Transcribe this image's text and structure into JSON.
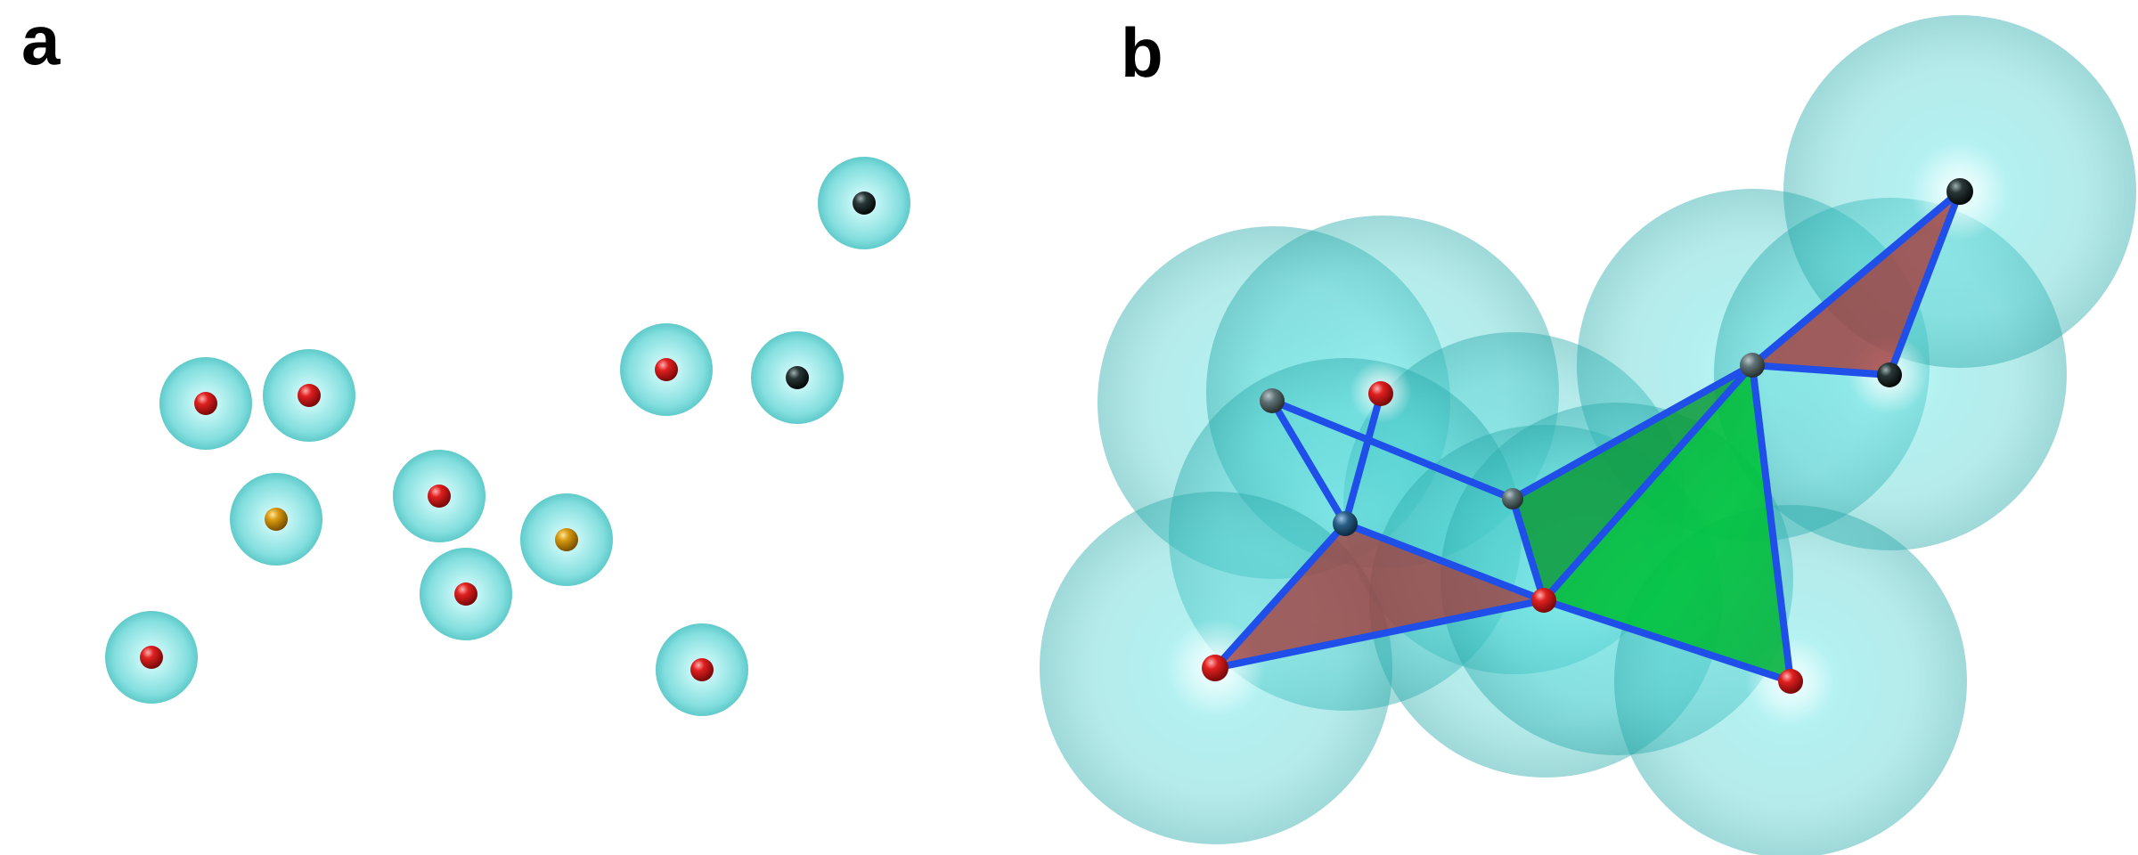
{
  "panels": {
    "a": {
      "label": "a"
    },
    "b": {
      "label": "b"
    }
  },
  "colors": {
    "halo": "#7fe3e3",
    "halo_dark": "#3fbdbd",
    "red_point": "#cc1a1a",
    "orange_point": "#c8900a",
    "dark_point": "#1c2a2a",
    "grey_point": "#5c6e72",
    "edge": "#1f4fe8",
    "triangle_red": "#9c3535",
    "tetra_green": "#00c03a"
  },
  "icons": [
    "point-sphere",
    "coverage-ball",
    "simplex-edge",
    "simplex-triangle"
  ]
}
